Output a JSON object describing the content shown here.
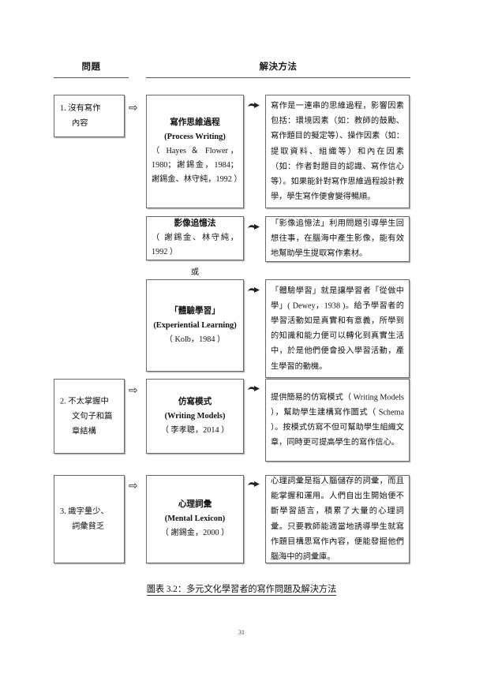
{
  "page": {
    "number": "31",
    "caption": "圖表 3.2：多元文化學習者的寫作問題及解決方法"
  },
  "headers": {
    "problem": "問題",
    "solution": "解決方法"
  },
  "icons": {
    "block_arrow": "⇨",
    "thin_arrow": "thin-right-arrow"
  },
  "connector": {
    "or_label": "或"
  },
  "rows": [
    {
      "problem": {
        "number": "1. 沒有寫作",
        "line2": "內容"
      },
      "methods": [
        {
          "title": "寫作思維過程",
          "english": "(Process Writing)",
          "reference": "（ Hayes ＆ Flower，1980；謝錫金，1984；謝錫金、林守純，1992 ）",
          "description": "寫作是一連串的思維過程，影響因素包括：環境因素（如：教師的鼓勵、寫作題目的擬定等）、操作因素（如：提取資料、組織等）和內在因素（如：作者對題目的認識、寫作信心等）。如果能針對寫作思維過程設計教學，學生寫作便會變得暢順。"
        },
        {
          "title": "影像追憶法",
          "english": "",
          "reference": "（ 謝錫金、林守純，1992 ）",
          "description": "「影像追憶法」利用問題引導學生回想往事，在腦海中產生影像，能有效地幫助學生提取寫作素材。"
        },
        {
          "title": "「體驗學習」",
          "english": "(Experiential Learning)",
          "reference": "（ Kolb，1984 ）",
          "description": "「體驗學習」就是讓學習者「從做中學」( Dewey，1938 )。給予學習者的學習活動如是真實和有意義，所學到的知識和能力便可以轉化到真實生活中，於是他們便會投入學習活動，產生學習的動機。"
        }
      ]
    },
    {
      "problem": {
        "number": "2. 不太掌握中",
        "line2": "文句子和篇",
        "line3": "章結構"
      },
      "methods": [
        {
          "title": "仿寫模式",
          "english": "(Writing Models)",
          "reference": "（ 李孝聰，2014 ）",
          "description": "提供簡易的仿寫模式（ Writing Models ），幫助學生建構寫作圖式（ Schema ）。按模式仿寫不但可幫助學生組織文章，同時更可提高學生的寫作信心。"
        }
      ]
    },
    {
      "problem": {
        "number": "3. 識字量少、",
        "line2": "詞彙貧乏"
      },
      "methods": [
        {
          "title": "心理詞彙",
          "english": "(Mental Lexicon)",
          "reference": "（ 謝錫金，2000 ）",
          "description": "心理詞彙是指人腦儲存的詞彙，而且能掌握和運用。人們自出生開始便不斷學習語言，積累了大量的心理詞彙。只要教師能適當地誘導學生就寫作題目構思寫作內容，便能發掘他們腦海中的詞彙庫。"
        }
      ]
    }
  ]
}
